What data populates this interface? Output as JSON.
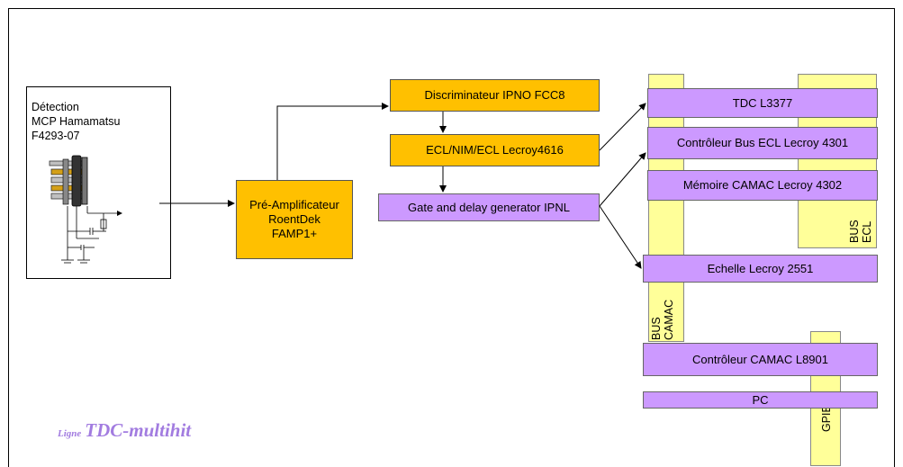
{
  "detection": {
    "line1": "Détection",
    "line2": "MCP Hamamatsu",
    "line3": "F4293-07"
  },
  "preamp": {
    "line1": "Pré-Amplificateur",
    "line2": "RoentDek",
    "line3": "FAMP1+"
  },
  "discriminateur": "Discriminateur IPNO FCC8",
  "ecl_nim": "ECL/NIM/ECL Lecroy4616",
  "gate_delay": "Gate and delay generator IPNL",
  "tdc": "TDC L3377",
  "controleur_bus_ecl": "Contrôleur Bus ECL Lecroy 4301",
  "memoire": "Mémoire CAMAC Lecroy 4302",
  "echelle": "Echelle Lecroy 2551",
  "controleur_camac": "Contrôleur CAMAC L8901",
  "pc": "PC",
  "bus_camac": {
    "line1": "BUS",
    "line2": "CAMAC"
  },
  "bus_ecl": {
    "line1": "BUS",
    "line2": "ECL"
  },
  "gpib": "GPIB",
  "caption": {
    "prefix": "Ligne",
    "title": "TDC-multihit"
  },
  "colors": {
    "orange": "#ffc000",
    "violet": "#cc99ff",
    "bus": "#ffff99",
    "caption": "#a27ce0"
  }
}
